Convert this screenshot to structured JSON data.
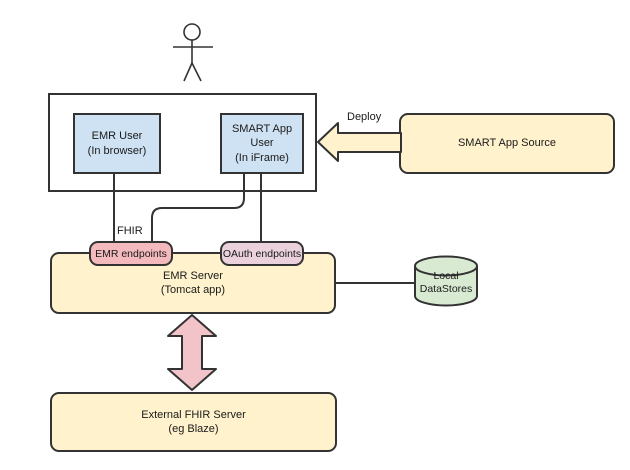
{
  "diagram": {
    "labels": {
      "deploy": "Deploy",
      "fhir": "FHIR"
    },
    "nodes": {
      "emr_user": {
        "label": "EMR User\n(In browser)"
      },
      "smart_app_user": {
        "label": "SMART App\nUser\n(In iFrame)"
      },
      "smart_app_source": {
        "label": "SMART App Source"
      },
      "emr_endpoints": {
        "label": "EMR endpoints"
      },
      "oauth_endpoints": {
        "label": "OAuth endpoints"
      },
      "emr_server": {
        "label": "EMR Server\n(Tomcat app)"
      },
      "local_datastores": {
        "label": "Local\nDataStores"
      },
      "external_fhir_server": {
        "label": "External FHIR Server\n(eg Blaze)"
      }
    },
    "colors": {
      "user_node_fill": "#cfe2f3",
      "server_node_fill": "#fff2cc",
      "endpoint_pink_fill": "#f4b9bd",
      "endpoint_lavender_fill": "#ead1dc",
      "datastore_green_fill": "#d9ead3",
      "sync_arrow_pink_fill": "#f2c4c9",
      "deploy_arrow_yellow_fill": "#fff2cc",
      "stroke": "#333333",
      "background": "#ffffff"
    }
  }
}
